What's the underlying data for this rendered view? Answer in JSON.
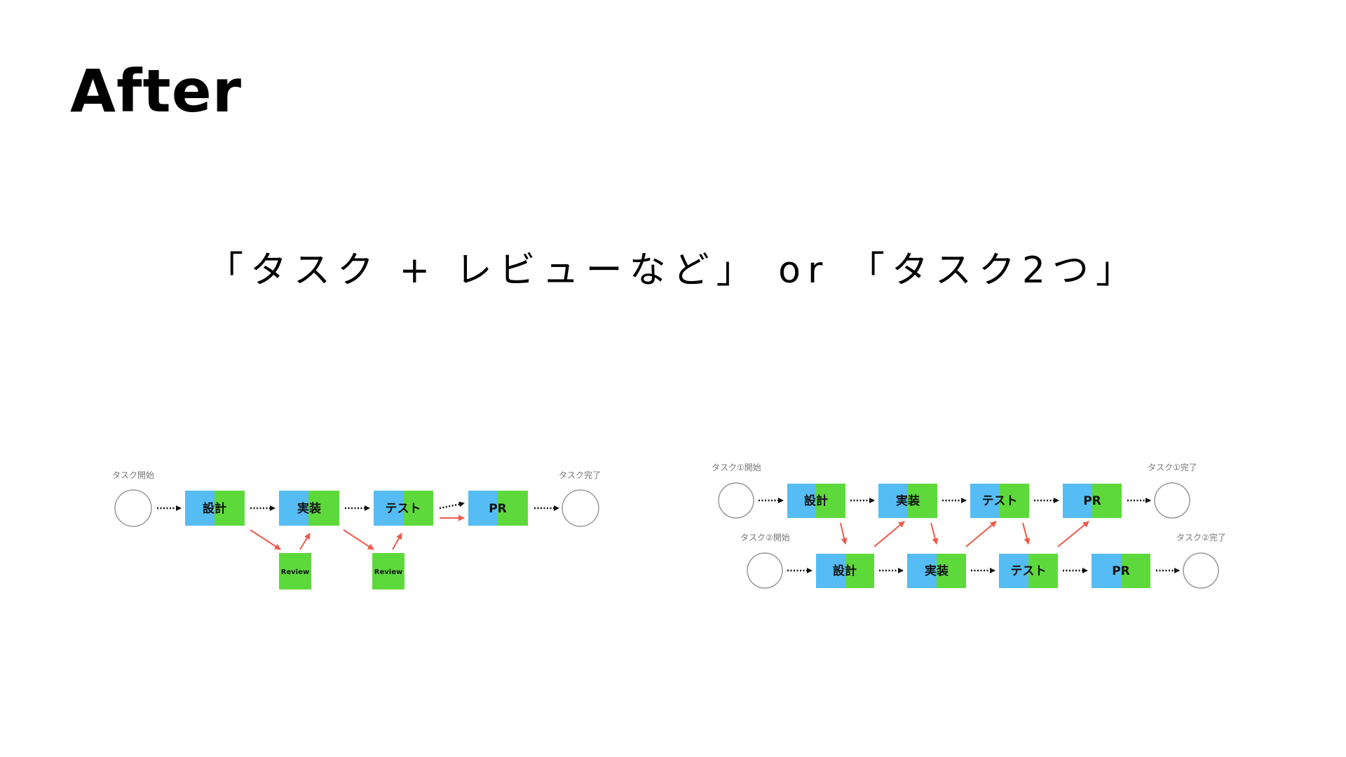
{
  "slide": {
    "title": "After",
    "subtitle": "「タスク + レビューなど」 or 「タスク2つ」"
  },
  "colors": {
    "task_blue": "#56BCF4",
    "task_green": "#5ED93C",
    "review_green": "#5ED93C",
    "flow_arrow": "#111111",
    "review_arrow": "#EE5A4A",
    "node_stroke": "#999999"
  },
  "left_diagram": {
    "start_label": "タスク開始",
    "end_label": "タスク完了",
    "steps": [
      "設計",
      "実装",
      "テスト",
      "PR"
    ],
    "reviews": [
      "Review",
      "Review"
    ]
  },
  "right_diagram": {
    "task1_start_label": "タスク①開始",
    "task1_end_label": "タスク①完了",
    "task2_start_label": "タスク②開始",
    "task2_end_label": "タスク②完了",
    "task1_steps": [
      "設計",
      "実装",
      "テスト",
      "PR"
    ],
    "task2_steps": [
      "設計",
      "実装",
      "テスト",
      "PR"
    ]
  }
}
